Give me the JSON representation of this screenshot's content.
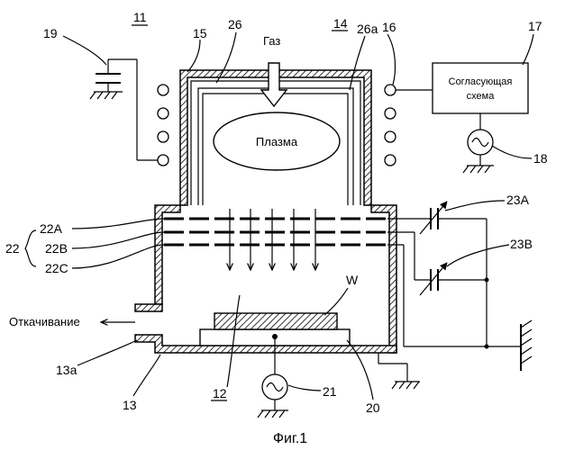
{
  "figure": {
    "caption": "Фиг.1",
    "text_labels": {
      "gas": "Газ",
      "plasma": "Плазма",
      "matching_circuit_line1": "Согласующая",
      "matching_circuit_line2": "схема",
      "exhaust": "Откачивание"
    },
    "reference_numerals": {
      "apparatus": "11",
      "chamber": "13",
      "exhaust_port": "13a",
      "plasma_space": "14",
      "dielectric_window": "15",
      "coil": "16",
      "matching_circuit": "17",
      "rf_source_upper": "18",
      "capacitor": "19",
      "stage": "20",
      "rf_source_lower": "21",
      "grid_group": "22",
      "grid_a": "22A",
      "grid_b": "22B",
      "grid_c": "22C",
      "var_cap_a": "23A",
      "var_cap_b": "23B",
      "liner": "26",
      "liner_a": "26a",
      "processing_space": "12",
      "wafer": "W"
    }
  }
}
